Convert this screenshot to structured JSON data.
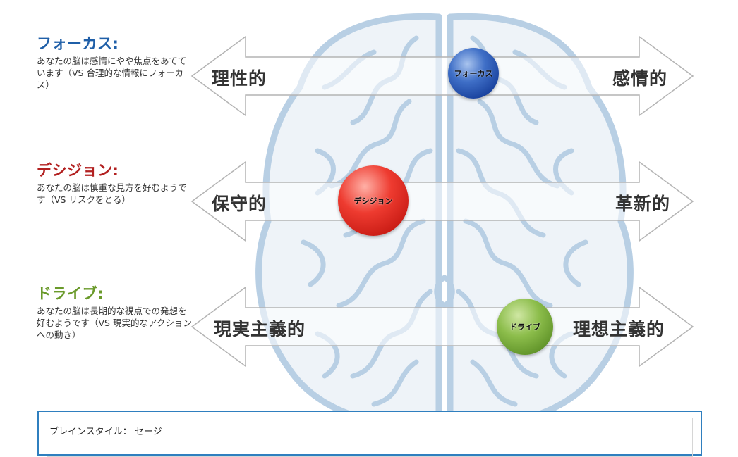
{
  "rows": [
    {
      "heading": "フォーカス:",
      "heading_color": "#1f5fa8",
      "desc": "あなたの脳は感情にやや焦点をあてています（VS 合理的な情報にフォーカス）",
      "left_pole": "理性的",
      "right_pole": "感情的",
      "ball_label": "フォーカス",
      "ball_color": "blue"
    },
    {
      "heading": "デシジョン:",
      "heading_color": "#b22020",
      "desc": "あなたの脳は慎重な見方を好むようです（VS リスクをとる）",
      "left_pole": "保守的",
      "right_pole": "革新的",
      "ball_label": "デシジョン",
      "ball_color": "red"
    },
    {
      "heading": "ドライブ:",
      "heading_color": "#6a9a2a",
      "desc": "あなたの脳は長期的な視点での発想を好むようです（VS 現実的なアクションへの動き）",
      "left_pole": "現実主義的",
      "right_pole": "理想主義的",
      "ball_label": "ドライブ",
      "ball_color": "green"
    }
  ],
  "panel": {
    "label": "ブレインスタイル： セージ"
  }
}
